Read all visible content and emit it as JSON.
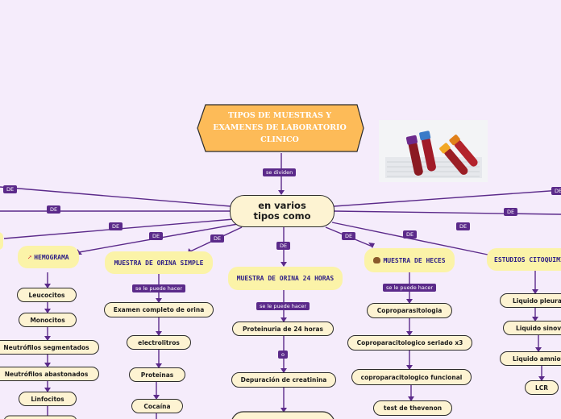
{
  "title": "TIPOS DE MUESTRAS Y EXAMENES DE LABORATORIO CLINICO",
  "central": "en varios tipos como",
  "edge_labels": {
    "se_dividen": "se dividen",
    "de": "DE",
    "se_le_puede_hacer": "se le puede hacer",
    "o": "o"
  },
  "categories": {
    "hemograma": "HEMOGRAMA",
    "orina_simple": "MUESTRA DE ORINA SIMPLE",
    "orina_24": "MUESTRA DE ORINA 24 HORAS",
    "heces": "MUESTRA DE HECES",
    "citoquimicos": "ESTUDIOS CITOQUIMICOS"
  },
  "hemograma_items": [
    "Leucocitos",
    "Monocitos",
    "Neutrófilos segmentados",
    "Neutrófilos abastonados",
    "Linfocitos"
  ],
  "orina_simple_items": [
    "Examen completo de orina",
    "electrolitros",
    "Proteinas",
    "Cocaína"
  ],
  "orina_24_items": [
    "Proteinuria de 24 horas",
    "Depuración de creatinina"
  ],
  "heces_items": [
    "Coproparasitologia",
    "Coproparacitologico seriado x3",
    "coproparacitologico funcional",
    "test de thevenon"
  ],
  "citoquimicos_items": [
    "Liquido pleural",
    "Liquido sinovial",
    "Liquido amniotico",
    "LCR"
  ],
  "colors": {
    "link": "#5b2a8a",
    "title_bg": "#fdbb58",
    "category_bg": "#fbf3a8",
    "node_bg": "#fdf3d2"
  }
}
